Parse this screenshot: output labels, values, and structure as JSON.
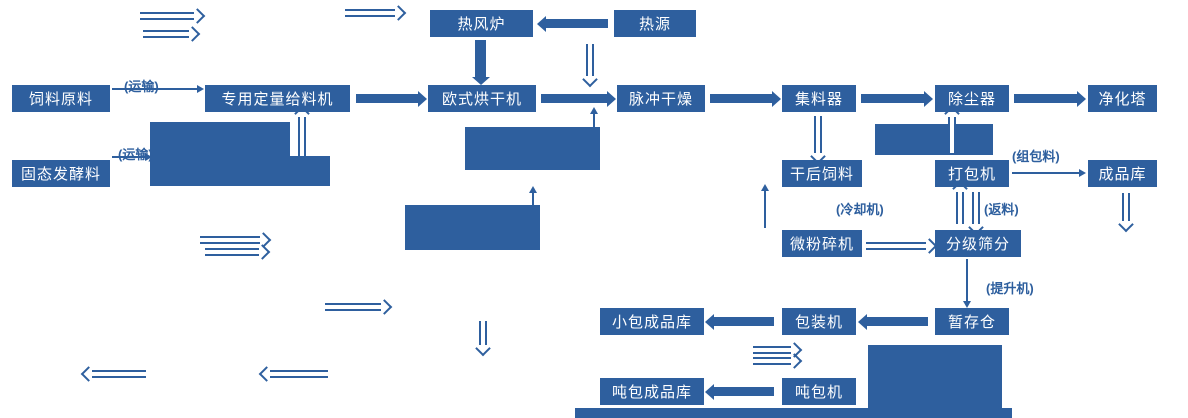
{
  "diagram_type": "process-flowchart",
  "colors": {
    "primary_blue": "#2e5f9e",
    "box_text": "#ffffff",
    "background": "#ffffff"
  },
  "nodes": [
    {
      "id": "hot-air-furnace",
      "label": "热风炉"
    },
    {
      "id": "heat-source",
      "label": "热源"
    },
    {
      "id": "feed-raw-material",
      "label": "饲料原料"
    },
    {
      "id": "dedicated-quantitative-feeder",
      "label": "专用定量给料机"
    },
    {
      "id": "european-dryer",
      "label": "欧式烘干机"
    },
    {
      "id": "pulse-drying",
      "label": "脉冲干燥"
    },
    {
      "id": "collector",
      "label": "集料器"
    },
    {
      "id": "dust-collector",
      "label": "除尘器"
    },
    {
      "id": "purification-tower",
      "label": "净化塔"
    },
    {
      "id": "solid-state-fermented-material",
      "label": "固态发酵料"
    },
    {
      "id": "dried-feed",
      "label": "干后饲料"
    },
    {
      "id": "baling-machine",
      "label": "打包机"
    },
    {
      "id": "finished-product-warehouse",
      "label": "成品库"
    },
    {
      "id": "micro-grinder",
      "label": "微粉碎机"
    },
    {
      "id": "grading-screen",
      "label": "分级筛分"
    },
    {
      "id": "small-bag-warehouse",
      "label": "小包成品库"
    },
    {
      "id": "packing-machine",
      "label": "包装机"
    },
    {
      "id": "temporary-bin",
      "label": "暂存仓"
    },
    {
      "id": "ton-bag-warehouse",
      "label": "吨包成品库"
    },
    {
      "id": "ton-bagging-machine",
      "label": "吨包机"
    }
  ],
  "labels": [
    {
      "id": "transport-1",
      "text": "(运输)"
    },
    {
      "id": "transport-2",
      "text": "(运输)"
    },
    {
      "id": "pack-material",
      "text": "(组包料)"
    },
    {
      "id": "cooler",
      "text": "(冷却机)"
    },
    {
      "id": "return-material",
      "text": "(返料)"
    },
    {
      "id": "elevator",
      "text": "(提升机)"
    }
  ]
}
